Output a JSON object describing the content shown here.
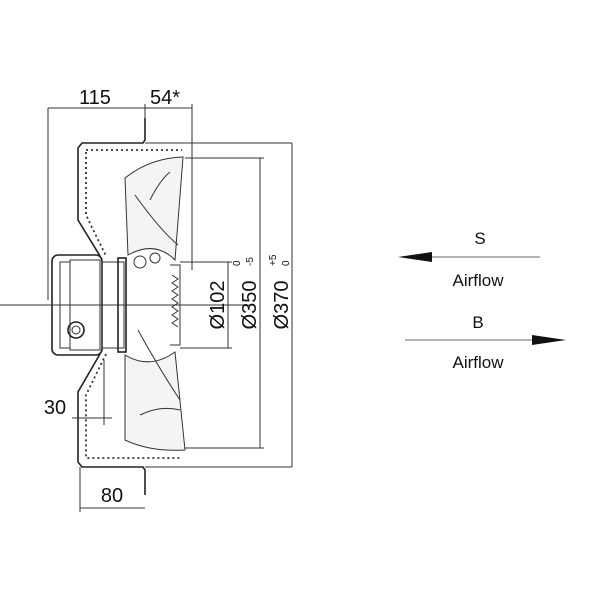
{
  "drawing": {
    "dimensions": {
      "depth_total": "115",
      "depth_blade": "54*",
      "offset": "30",
      "flange": "80",
      "hub_diameter": "Ø102",
      "blade_diameter": "Ø350",
      "blade_tol_upper": "0",
      "blade_tol_lower": "-5",
      "housing_diameter": "Ø370",
      "housing_tol_upper": "+5",
      "housing_tol_lower": "0"
    },
    "airflow": [
      {
        "label": "S",
        "caption": "Airflow",
        "direction": "left"
      },
      {
        "label": "B",
        "caption": "Airflow",
        "direction": "right"
      }
    ]
  }
}
